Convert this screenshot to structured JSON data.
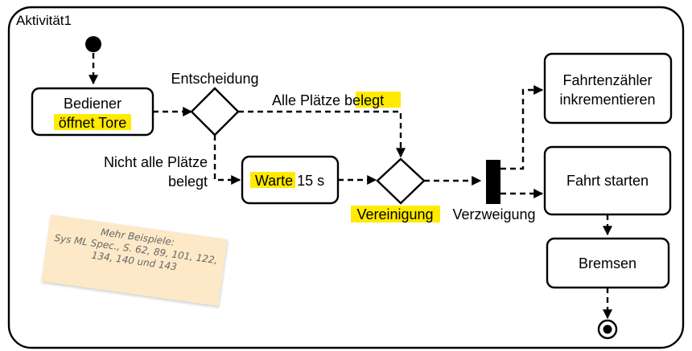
{
  "frame": {
    "title": "Aktivität1"
  },
  "nodes": {
    "bediener": {
      "line1": "Bediener",
      "line2": "öffnet Tore"
    },
    "warte": {
      "highlight": "Warte",
      "rest": " 15 s"
    },
    "fahrtenzaehler": {
      "line1": "Fahrtenzähler",
      "line2": "inkrementieren"
    },
    "fahrt_starten": {
      "label": "Fahrt starten"
    },
    "bremsen": {
      "label": "Bremsen"
    }
  },
  "labels": {
    "entscheidung": "Entscheidung",
    "alle_plaetze_text": "Alle Plätze ",
    "alle_plaetze_highlight": "belegt",
    "nicht_alle_line1": "Nicht alle Plätze",
    "nicht_alle_line2": "belegt",
    "vereinigung": "Vereinigung",
    "verzweigung": "Verzweigung"
  },
  "note": {
    "lines": [
      "Mehr Beispiele:",
      "Sys ML Spec., S. 62, 89, 101, 122,",
      "134, 140 und 143"
    ]
  },
  "colors": {
    "highlight": "#ffea00",
    "note_bg": "#fde9c8",
    "stroke": "#000000"
  }
}
